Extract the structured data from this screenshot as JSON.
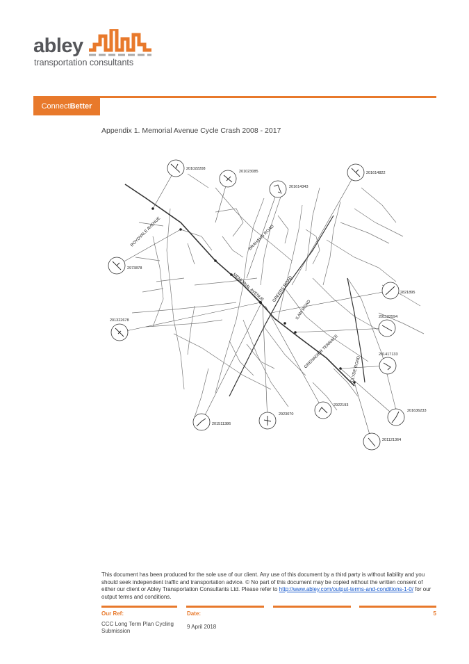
{
  "header": {
    "logo_word": "abley",
    "logo_sub": "transportation consultants",
    "badge_prefix": "Connect",
    "badge_bold": "Better",
    "brand_color": "#e8792b"
  },
  "caption": "Appendix 1. Memorial Avenue Cycle Crash 2008 - 2017",
  "map": {
    "streets": [
      "ROYDVALE AVENUE",
      "MEMORIAL AVENUE",
      "GREERS ROAD",
      "BRAHAMS ROAD",
      "ILAM ROAD",
      "GRENADIER TERRACE",
      "CLYDE ROAD"
    ],
    "crashes": [
      "201022208",
      "201023085",
      "201614343",
      "201614822",
      "2973878",
      "2821895",
      "201322678",
      "201122594",
      "201417133",
      "201511386",
      "2923070",
      "2922193",
      "201636233",
      "201121364"
    ]
  },
  "footer": {
    "disclaimer_text": "This document has been produced for the sole use of our client.  Any use of this document by a third party is without liability and you should seek independent traffic and transportation advice.  © No part of this document may be copied without the written consent of either our client or Abley Transportation Consultants Ltd. Please refer to ",
    "disclaimer_link": "http://www.abley.com/output-terms-and-conditions-1-0/",
    "disclaimer_end": " for our output terms and conditions.",
    "ref_label": "Our Ref:",
    "ref_line1": "CCC Long Term Plan Cycling",
    "ref_line2": "Submission",
    "date_label": "Date:",
    "date_value": "9 April 2018",
    "page_number": "5"
  }
}
